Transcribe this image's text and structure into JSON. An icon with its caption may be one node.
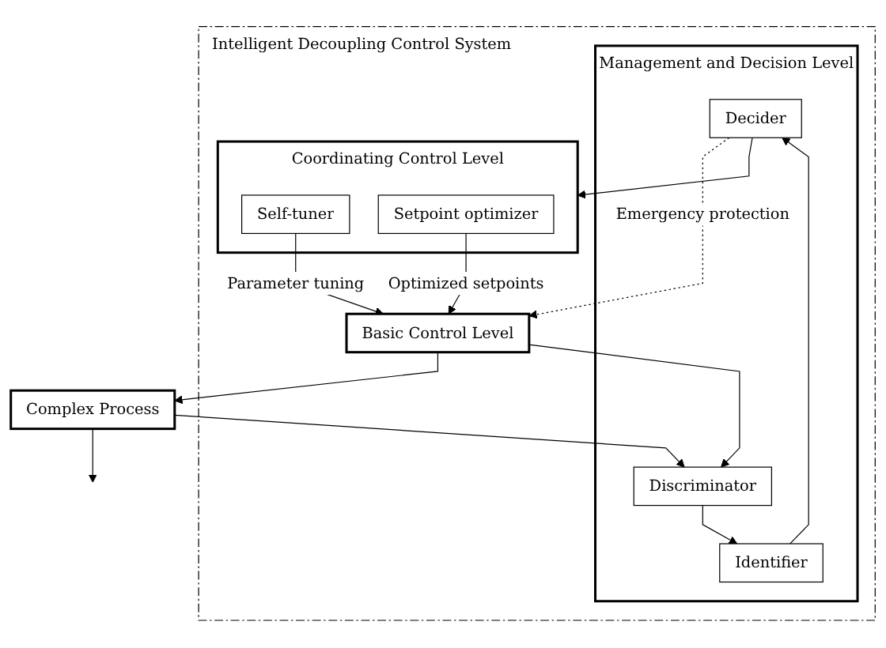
{
  "diagram": {
    "nodes": [
      {
        "text": [
          "Intelligent Decoupling Control System"
        ]
      },
      {
        "text": [
          "Management and Decision Level"
        ],
        "in": 0
      },
      {
        "text": [
          "Decider"
        ],
        "in": 1
      },
      {
        "text": [
          "Identifier"
        ],
        "in": 1
      },
      {
        "text": [
          "Discriminator"
        ],
        "in": 1
      },
      {
        "text": [
          "Coordinating Control Level"
        ],
        "in": 0
      },
      {
        "text": [
          "Self-tuner"
        ],
        "in": 5
      },
      {
        "text": [
          "Setpoint optimizer"
        ],
        "in": 5
      },
      {
        "text": [
          "Basic Control Level"
        ],
        "in": 0
      },
      {
        "text": [
          "Complex Process"
        ]
      }
    ],
    "edges": [
      {
        "from": 4,
        "to": 3,
        "arrow": "to"
      },
      {
        "from": 3,
        "to": 2,
        "arrow": "to"
      },
      {
        "from": 2,
        "to": 5,
        "arrow": "to"
      },
      {
        "from": 2,
        "to": 8,
        "arrow": "to",
        "label": "Emergency protection",
        "style": "dashed"
      },
      {
        "from": 6,
        "to": 8,
        "arrow": "to",
        "label": "Parameter tuning"
      },
      {
        "from": 7,
        "to": 8,
        "arrow": "to",
        "label": "Optimized setpoints"
      },
      {
        "from": 8,
        "to": 9,
        "arrow": "to"
      },
      {
        "from": 8,
        "to": 4,
        "arrow": "to"
      },
      {
        "from": 9,
        "to": 4,
        "arrow": "to"
      },
      {
        "from": 9,
        "to": null,
        "arrow": "to"
      }
    ]
  }
}
